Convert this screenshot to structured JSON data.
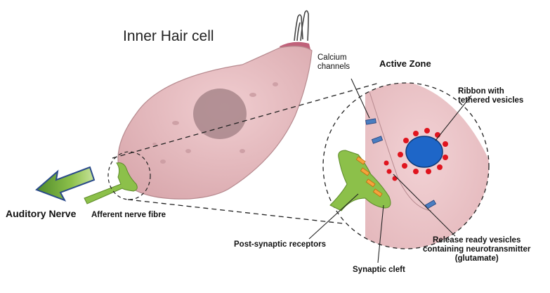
{
  "title": "Inner Hair cell",
  "labels": {
    "active_zone": "Active Zone",
    "calcium_line1": "Calcium",
    "calcium_line2": "channels",
    "ribbon_line1": "Ribbon with",
    "ribbon_line2": "tethered vesicles",
    "auditory_nerve": "Auditory Nerve",
    "afferent": "Afferent nerve fibre",
    "postsynaptic": "Post-synaptic receptors",
    "synaptic_cleft": "Synaptic cleft",
    "release_line1": "Release ready vesicles",
    "release_line2": "containing neurotransmitter",
    "release_line3": "(glutamate)"
  },
  "colors": {
    "cell_fill": "#e6b9bd",
    "cell_stroke": "#b78a8f",
    "nucleus": "#a8868b",
    "ribbon": "#1e66c8",
    "vesicle": "#e0141e",
    "channel": "#4a7dc0",
    "nerve_green": "#7fb63a",
    "receptor_orange": "#f5a33c",
    "arrow_outline": "#2a4a8a"
  }
}
